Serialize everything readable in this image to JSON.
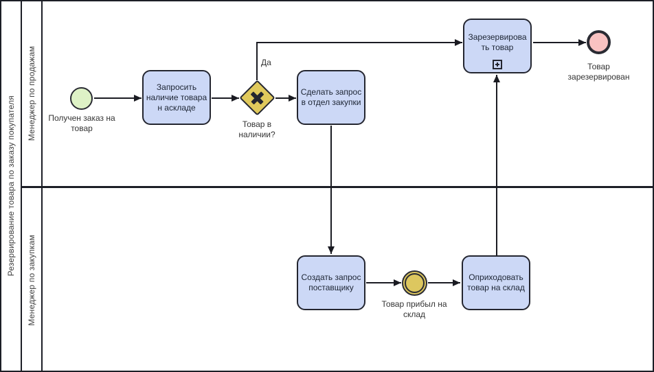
{
  "diagram": {
    "pool_title": "Резервирование товара по заказу покупателя",
    "lanes": [
      {
        "label": "Менеджер по продажам"
      },
      {
        "label": "Менеджер по закупкам"
      }
    ]
  },
  "nodes": {
    "start_event": {
      "type": "start-event",
      "lines": [
        "Получен заказ на",
        "товар"
      ]
    },
    "task_check_stock": {
      "type": "task",
      "lines": [
        "Запросить",
        "наличие товара",
        "н аскладе"
      ]
    },
    "gateway_in_stock": {
      "type": "exclusive-gateway",
      "lines": [
        "Товар в",
        "наличии?"
      ]
    },
    "task_purchase_request": {
      "type": "task",
      "lines": [
        "Сделать запрос",
        "в отдел закупки"
      ]
    },
    "task_reserve_goods": {
      "type": "collapsed-subprocess",
      "lines": [
        "Зарезервирова",
        "ть товар"
      ]
    },
    "end_event": {
      "type": "end-event",
      "lines": [
        "Товар",
        "зарезервирован"
      ]
    },
    "task_supplier_request": {
      "type": "task",
      "lines": [
        "Создать запрос",
        "поставщику"
      ]
    },
    "event_goods_arrived": {
      "type": "intermediate-catch-event",
      "lines": [
        "Товар прибыл на",
        "склад"
      ]
    },
    "task_receive_goods": {
      "type": "task",
      "lines": [
        "Оприходовать",
        "товар на склад"
      ]
    }
  },
  "edges": {
    "gateway_yes_label": "Да"
  },
  "colors": {
    "task_fill": "#ccd8f6",
    "start_event_fill": "#def2c6",
    "end_event_fill": "#f9c2c2",
    "gateway_fill": "#e0c95c",
    "intermediate_event_fill": "#ddc75f",
    "stroke": "#1a1b22"
  }
}
